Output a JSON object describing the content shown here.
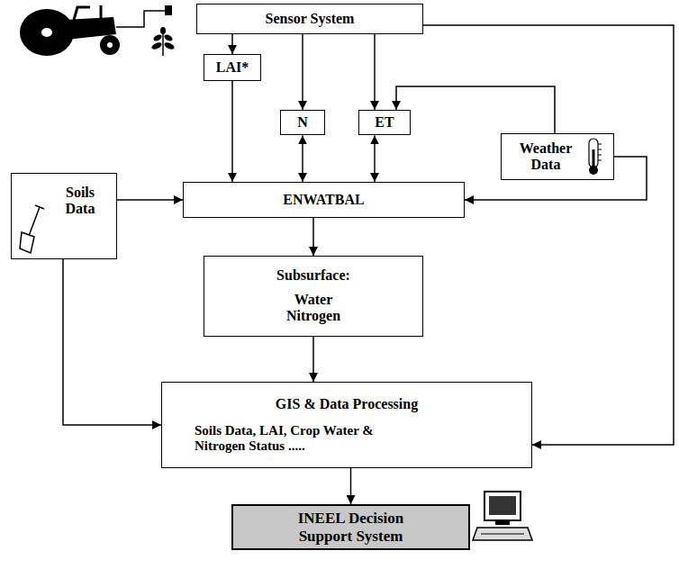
{
  "diagram": {
    "nodes": [
      {
        "text": [
          "Sensor System"
        ]
      },
      {
        "text": [
          "LAI*"
        ]
      },
      {
        "text": [
          "N"
        ]
      },
      {
        "text": [
          "ET"
        ]
      },
      {
        "text": [
          "Weather Data"
        ]
      },
      {
        "text": [
          "Soils Data"
        ]
      },
      {
        "text": [
          "ENWATBAL"
        ]
      },
      {
        "text": [
          "Subsurface:",
          "Water Nitrogen"
        ]
      },
      {
        "text": [
          "GIS & Data Processing",
          "Soils Data, LAI, Crop Water & Nitrogen Status ....."
        ]
      },
      {
        "text": [
          "INEEL Decision Support System"
        ]
      }
    ],
    "edges": [
      {
        "from": 0,
        "to": 1,
        "arrow": "to"
      },
      {
        "from": 0,
        "to": 2,
        "arrow": "to"
      },
      {
        "from": 0,
        "to": 3,
        "arrow": "to"
      },
      {
        "from": 0,
        "to": 8,
        "arrow": "to"
      },
      {
        "from": 1,
        "to": 6,
        "arrow": "to"
      },
      {
        "from": 2,
        "to": 6,
        "arrow": "both"
      },
      {
        "from": 3,
        "to": 6,
        "arrow": "both"
      },
      {
        "from": 4,
        "to": 3,
        "arrow": "to"
      },
      {
        "from": 4,
        "to": 6,
        "arrow": "to"
      },
      {
        "from": 5,
        "to": 6,
        "arrow": "to"
      },
      {
        "from": 5,
        "to": 8,
        "arrow": "to"
      },
      {
        "from": 6,
        "to": 7,
        "arrow": "to"
      },
      {
        "from": 7,
        "to": 8,
        "arrow": "to"
      },
      {
        "from": 8,
        "to": 9,
        "arrow": "to"
      }
    ]
  }
}
